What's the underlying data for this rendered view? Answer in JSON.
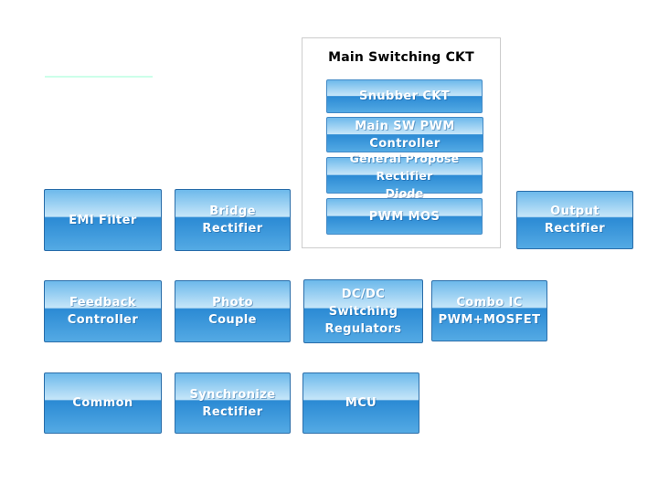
{
  "colors": {
    "btn_top": "#6db9eb",
    "btn_gloss": "#c6e6f9",
    "btn_lower": "#2b8ad4",
    "btn_bottom": "#54aae4",
    "btn_border": "#2a6da9",
    "inner_btn_border": "#4189c6",
    "btn_text": "#ffffff",
    "container_border": "#cccccc",
    "title_color": "#000000",
    "accent_line": "#ccffe9"
  },
  "main_switching": {
    "title": "Main Switching CKT",
    "blocks": {
      "snubber": {
        "lines": [
          "Snubber CKT"
        ]
      },
      "main_sw_pwm": {
        "lines": [
          "Main SW PWM Controller"
        ]
      },
      "general_rectifier": {
        "lines": [
          "General Propose Rectifier",
          "Diode"
        ]
      },
      "pwm_mos": {
        "lines": [
          "PWM MOS"
        ]
      }
    }
  },
  "blocks": {
    "emi_filter": {
      "lines": [
        "EMI Filter"
      ]
    },
    "bridge_rectifier": {
      "lines": [
        "Bridge",
        "Rectifier"
      ]
    },
    "output_rectifier": {
      "lines": [
        "Output",
        "Rectifier"
      ]
    },
    "feedback_controller": {
      "lines": [
        "Feedback",
        "Controller"
      ]
    },
    "photo_couple": {
      "lines": [
        "Photo",
        "Couple"
      ]
    },
    "dcdc_switching": {
      "lines": [
        "DC/DC",
        "Switching",
        "Regulators"
      ]
    },
    "combo_ic": {
      "lines": [
        "Combo IC",
        "PWM+MOSFET"
      ]
    },
    "common": {
      "lines": [
        "Common"
      ]
    },
    "synchronize_rectifier": {
      "lines": [
        "Synchronize",
        "Rectifier"
      ]
    },
    "mcu": {
      "lines": [
        "MCU"
      ]
    }
  }
}
